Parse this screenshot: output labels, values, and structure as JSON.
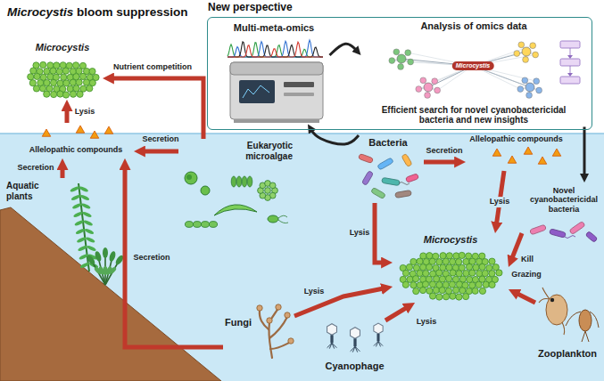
{
  "diagram": {
    "title": "Microcystis bloom suppression",
    "nodes": [
      {
        "text": [
          "New perspective"
        ]
      },
      {
        "text": [
          "Multi-meta-omics"
        ],
        "in": 0
      },
      {
        "text": [
          "Analysis of omics data",
          "Efficient search for novel cyanobactericidal bacteria and new insights"
        ],
        "in": 0
      },
      {
        "text": [
          "Microcystis"
        ]
      },
      {
        "text": [
          "Allelopathic compounds"
        ]
      },
      {
        "text": [
          "Aquatic plants"
        ]
      },
      {
        "text": [
          "Eukaryotic microalgae"
        ]
      },
      {
        "text": [
          "Bacteria"
        ]
      },
      {
        "text": [
          "Allelopathic compounds"
        ]
      },
      {
        "text": [
          "Novel cyanobactericidal bacteria"
        ]
      },
      {
        "text": [
          "Microcystis"
        ]
      },
      {
        "text": [
          "Fungi"
        ]
      },
      {
        "text": [
          "Cyanophage"
        ]
      },
      {
        "text": [
          "Zooplankton"
        ]
      }
    ],
    "edges": [
      {
        "from": 6,
        "to": 3,
        "arrow": "to",
        "label": "Nutrient competition"
      },
      {
        "from": 4,
        "to": 3,
        "arrow": "to",
        "label": "Lysis"
      },
      {
        "from": 5,
        "to": 4,
        "arrow": "to",
        "label": "Secretion"
      },
      {
        "from": 6,
        "to": 4,
        "arrow": "to",
        "label": "Secretion"
      },
      {
        "from": 11,
        "to": 4,
        "arrow": "to",
        "label": "Secretion"
      },
      {
        "from": 7,
        "to": 8,
        "arrow": "to",
        "label": "Secretion"
      },
      {
        "from": 8,
        "to": 10,
        "arrow": "to",
        "label": "Lysis"
      },
      {
        "from": 9,
        "to": 10,
        "arrow": "to",
        "label": "Kill"
      },
      {
        "from": 7,
        "to": 10,
        "arrow": "to",
        "label": "Lysis"
      },
      {
        "from": 11,
        "to": 10,
        "arrow": "to",
        "label": "Lysis"
      },
      {
        "from": 12,
        "to": 10,
        "arrow": "to",
        "label": "Lysis"
      },
      {
        "from": 13,
        "to": 10,
        "arrow": "to",
        "label": "Grazing"
      },
      {
        "from": 7,
        "to": 1,
        "arrow": "to"
      },
      {
        "from": 1,
        "to": 2,
        "arrow": "to"
      },
      {
        "from": 2,
        "to": 9,
        "arrow": "to"
      }
    ],
    "labels": [
      "Microcystis"
    ]
  }
}
